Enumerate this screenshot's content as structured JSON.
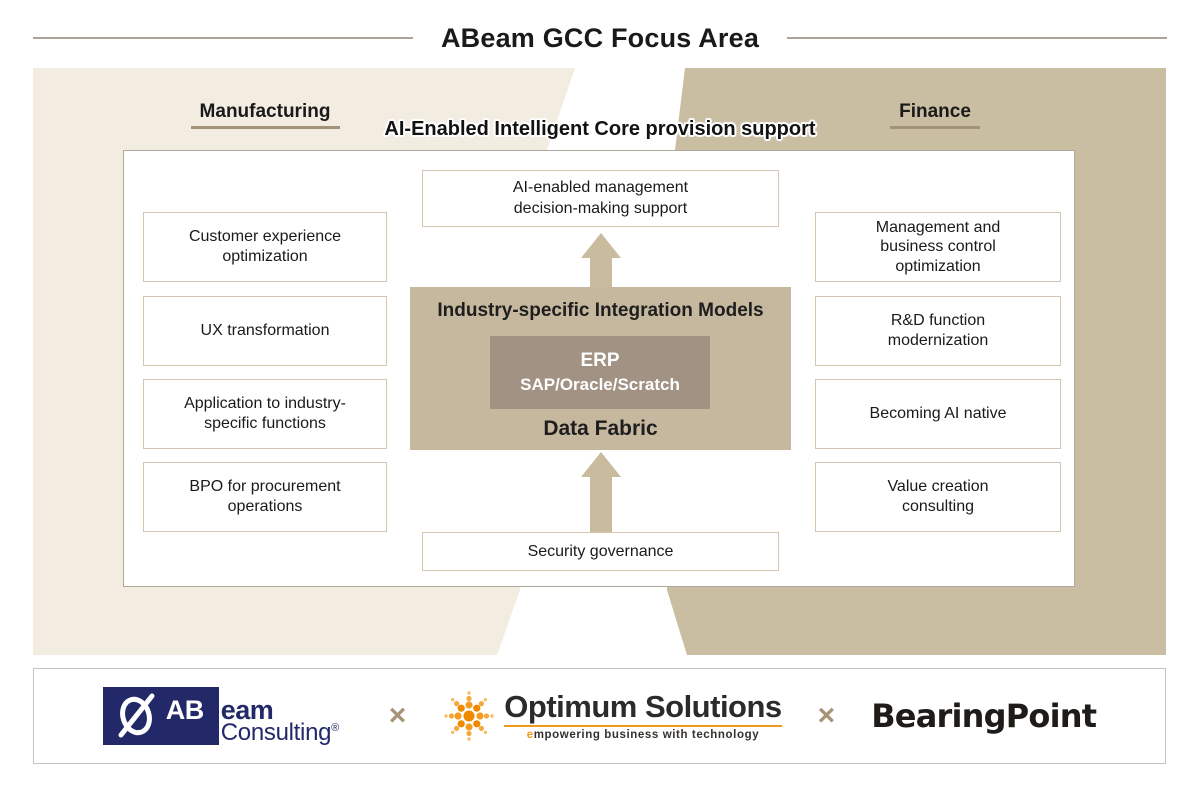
{
  "title": "ABeam GCC Focus Area",
  "sectors": {
    "left": {
      "label": "Manufacturing"
    },
    "right": {
      "label": "Finance"
    }
  },
  "core": {
    "heading": "AI-Enabled Intelligent Core provision support",
    "decision_box": "AI-enabled management decision-making support",
    "integration_title": "Industry-specific Integration Models",
    "erp_label": "ERP",
    "erp_sublabel": "SAP/Oracle/Scratch",
    "data_fabric_label": "Data Fabric",
    "security_box": "Security governance"
  },
  "manufacturing_items": [
    "Customer experience optimization",
    "UX transformation",
    "Application to industry-specific functions",
    "BPO for procurement operations"
  ],
  "finance_items": [
    "Management and business control optimization",
    "R&D function modernization",
    "Becoming AI native",
    "Value creation consulting"
  ],
  "partners": {
    "separator": "×",
    "abeam": {
      "prefix": "AB",
      "suffix": "eam",
      "secondary": "Consulting",
      "registered": "®"
    },
    "optimum": {
      "name": "Optimum Solutions",
      "tagline": "empowering business with technology"
    },
    "bearingpoint": {
      "name": "BearingPoint"
    }
  },
  "colors": {
    "manufacturing_bg": "#f2ece1",
    "finance_bg": "#c9bda2",
    "core_block_bg": "#c6b89e",
    "erp_box_bg": "#a29283",
    "arrow_tan": "#c9bb9e",
    "underline_tan": "#a2927a",
    "abeam_navy": "#232968",
    "optimum_orange": "#ee9a1c",
    "text_dark": "#1a1a1a"
  }
}
